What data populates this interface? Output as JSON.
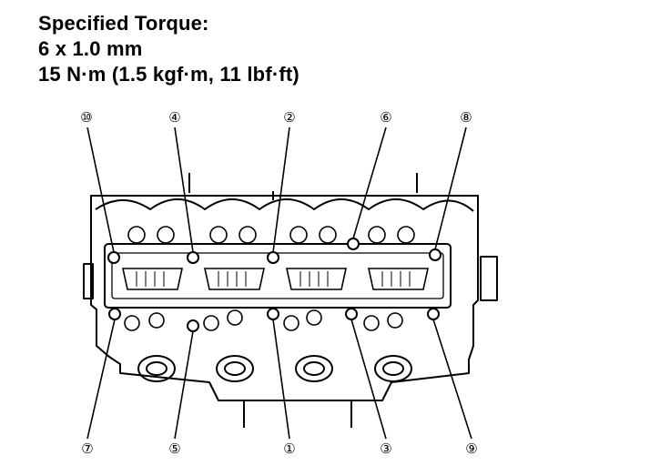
{
  "spec": {
    "title": "Specified Torque:",
    "bolt_size": "6 x 1.0 mm",
    "torque": "15 N·m (1.5 kgf·m, 11 lbf·ft)"
  },
  "callouts": [
    {
      "id": "10",
      "label": "⑩"
    },
    {
      "id": "4",
      "label": "④"
    },
    {
      "id": "2",
      "label": "②"
    },
    {
      "id": "6",
      "label": "⑥"
    },
    {
      "id": "8",
      "label": "⑧"
    },
    {
      "id": "7",
      "label": "⑦"
    },
    {
      "id": "5",
      "label": "⑤"
    },
    {
      "id": "1",
      "label": "①"
    },
    {
      "id": "3",
      "label": "③"
    },
    {
      "id": "9",
      "label": "⑨"
    }
  ]
}
